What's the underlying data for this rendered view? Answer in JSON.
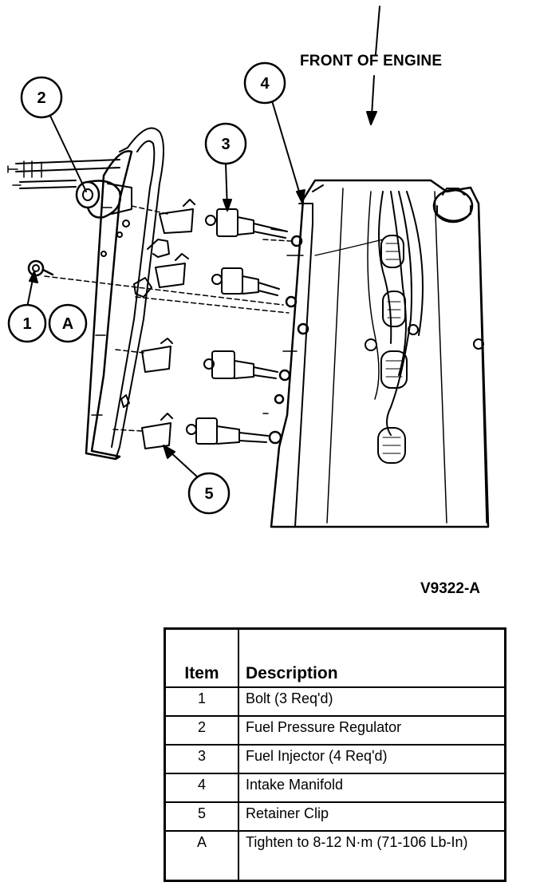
{
  "diagram": {
    "front_label": "FRONT OF ENGINE",
    "figure_id": "V9322-A",
    "callouts": [
      "1",
      "A",
      "2",
      "3",
      "4",
      "5"
    ]
  },
  "legend": {
    "headers": {
      "item": "Item",
      "description": "Description"
    },
    "rows": [
      {
        "item": "1",
        "description": "Bolt (3 Req'd)"
      },
      {
        "item": "2",
        "description": "Fuel Pressure Regulator"
      },
      {
        "item": "3",
        "description": "Fuel Injector (4 Req'd)"
      },
      {
        "item": "4",
        "description": "Intake Manifold"
      },
      {
        "item": "5",
        "description": "Retainer Clip"
      },
      {
        "item": "A",
        "description": "Tighten to 8-12 N·m (71-106 Lb-In)"
      }
    ]
  }
}
